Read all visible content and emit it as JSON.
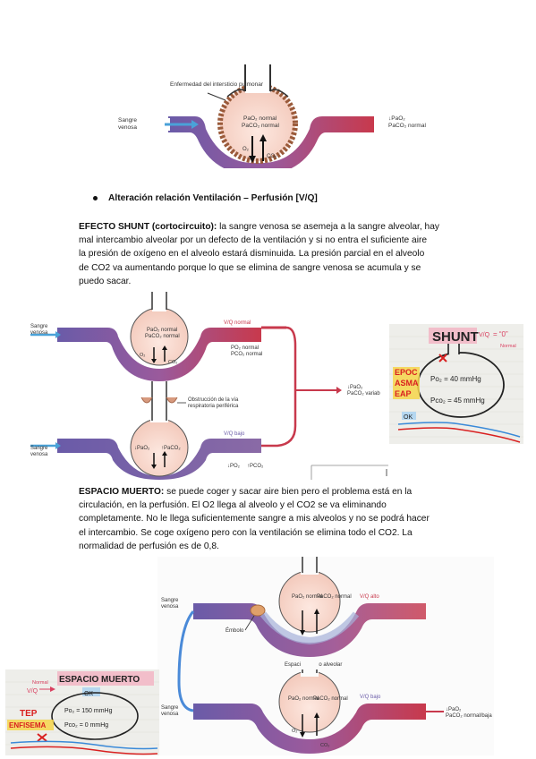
{
  "fig1": {
    "caption": "Enfermedad del intersticio pulmonar",
    "sangre": "Sangre",
    "venosa": "venosa",
    "pao2": "PaO₂ normal",
    "paco2": "PaCO₂ normal",
    "o2": "O₂",
    "co2": "CO₂",
    "result1": "↓PaO₂",
    "result2": "PaCO₂ normal"
  },
  "bullet": {
    "text": "Alteración relación Ventilación – Perfusión [V/Q]"
  },
  "shunt_para": {
    "title": "EFECTO SHUNT (cortocircuito):",
    "line1": "la sangre venosa se asemeja a la sangre alveolar, hay",
    "line2": "mal intercambio alveolar por un defecto de la ventilación y si no entra el suficiente aire",
    "line3": "la presión de oxígeno en el alveolo estará disminuida. La presión parcial en el alveolo",
    "line4": "de CO2 va aumentando porque lo que se elimina de sangre venosa se acumula y se",
    "line5": "puedo sacar."
  },
  "fig2": {
    "sangre": "Sangre",
    "venosa": "venosa",
    "top_pao2": "PaO₂ normal",
    "top_paco2": "PaCO₂ normal",
    "vq_normal": "V/Q normal",
    "po_normal": "PO₂ normal",
    "pco_normal": "PCO₂ normal",
    "obstruction1": "Obstrucción de la vía",
    "obstruction2": "respiratoria periférica",
    "bottom_pao2": "↓PaO₂",
    "bottom_paco2": "↑PaCO₂",
    "vq_bajo": "V/Q bajo",
    "po_low": "↓PO₂",
    "pco_high": "↑PCO₂",
    "result1": "↓PaO₂",
    "result2": "PaCO₂ variab",
    "o2": "O₂",
    "co2": "CO₂"
  },
  "shunt_note": {
    "title": "SHUNT",
    "vq": "V/Q",
    "eq": "= “0”",
    "normal": "Normal",
    "po2": "Po₂ = 40 mmHg",
    "pco2": "Pco₂ = 45 mmHg",
    "epoc": "EPOC",
    "asma": "ASMA",
    "eap": "EAP",
    "ok": "OK"
  },
  "espacio_para": {
    "title": "ESPACIO MUERTO:",
    "line1": "se puede coger y sacar aire bien pero el problema está en la",
    "line2": "circulación, en la perfusión. El O2 llega al alveolo y el CO2 se va eliminando",
    "line3": "completamente. No le llega suficientemente sangre a mis alveolos y no se podrá hacer",
    "line4": "el intercambio. Se coge oxígeno pero con la ventilación se elimina todo el CO2. La",
    "line5": "normalidad de perfusión es de 0,8."
  },
  "fig3": {
    "sangre": "Sangre",
    "venosa": "venosa",
    "top_pao2": "PaO₂ normal",
    "top_paco2": "PaCO₂ normal",
    "vq_alto": "V/Q alto",
    "embolo": "Émbolo",
    "espacio": "Espacio muerto alveolar",
    "bottom_pao2": "PaO₂ normal",
    "bottom_paco2": "PaCO₂ normal",
    "vq_bajo": "V/Q bajo",
    "result1": "↓PaO₂",
    "result2": "PaCO₂ normal/baja",
    "o2": "O₂",
    "co2": "CO₂"
  },
  "espacio_note": {
    "title": "ESPACIO MUERTO",
    "vq": "V/Q",
    "normal": "Normal",
    "ok": "OK",
    "po2": "Po₂ = 150 mmHg",
    "pco2": "Pco₂ = 0 mmHg",
    "tep": "TEP",
    "enfisema": "ENFISEMA"
  }
}
